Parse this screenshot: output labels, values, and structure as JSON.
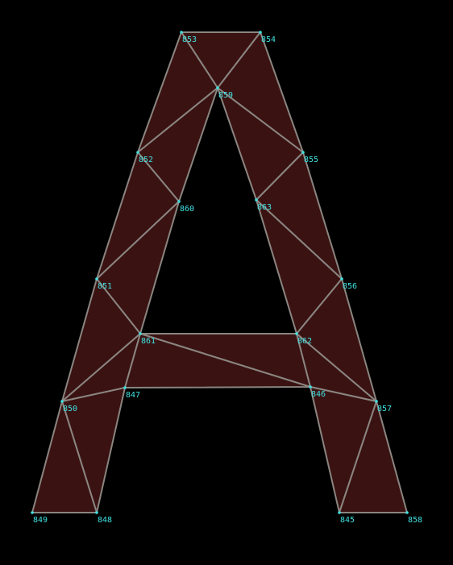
{
  "colors": {
    "background": "#000000",
    "fill": "#3a1212",
    "edge": "#8a8580",
    "vertex": "#40e0e0"
  },
  "vertices": [
    {
      "id": "845"
    },
    {
      "id": "846"
    },
    {
      "id": "847"
    },
    {
      "id": "848"
    },
    {
      "id": "849"
    },
    {
      "id": "850"
    },
    {
      "id": "851"
    },
    {
      "id": "852"
    },
    {
      "id": "853"
    },
    {
      "id": "854"
    },
    {
      "id": "855"
    },
    {
      "id": "856"
    },
    {
      "id": "857"
    },
    {
      "id": "858"
    },
    {
      "id": "859"
    },
    {
      "id": "860"
    },
    {
      "id": "861"
    },
    {
      "id": "862"
    },
    {
      "id": "863"
    }
  ],
  "triangles": [
    [
      "853",
      "854",
      "859"
    ],
    [
      "853",
      "859",
      "852"
    ],
    [
      "854",
      "855",
      "859"
    ],
    [
      "852",
      "859",
      "860"
    ],
    [
      "859",
      "855",
      "863"
    ],
    [
      "852",
      "860",
      "851"
    ],
    [
      "855",
      "856",
      "863"
    ],
    [
      "851",
      "860",
      "861"
    ],
    [
      "863",
      "856",
      "862"
    ],
    [
      "851",
      "861",
      "850"
    ],
    [
      "856",
      "857",
      "862"
    ],
    [
      "850",
      "861",
      "847"
    ],
    [
      "861",
      "862",
      "846"
    ],
    [
      "861",
      "846",
      "847"
    ],
    [
      "862",
      "857",
      "846"
    ],
    [
      "850",
      "847",
      "848"
    ],
    [
      "849",
      "850",
      "848"
    ],
    [
      "846",
      "857",
      "845"
    ],
    [
      "845",
      "857",
      "858"
    ]
  ]
}
